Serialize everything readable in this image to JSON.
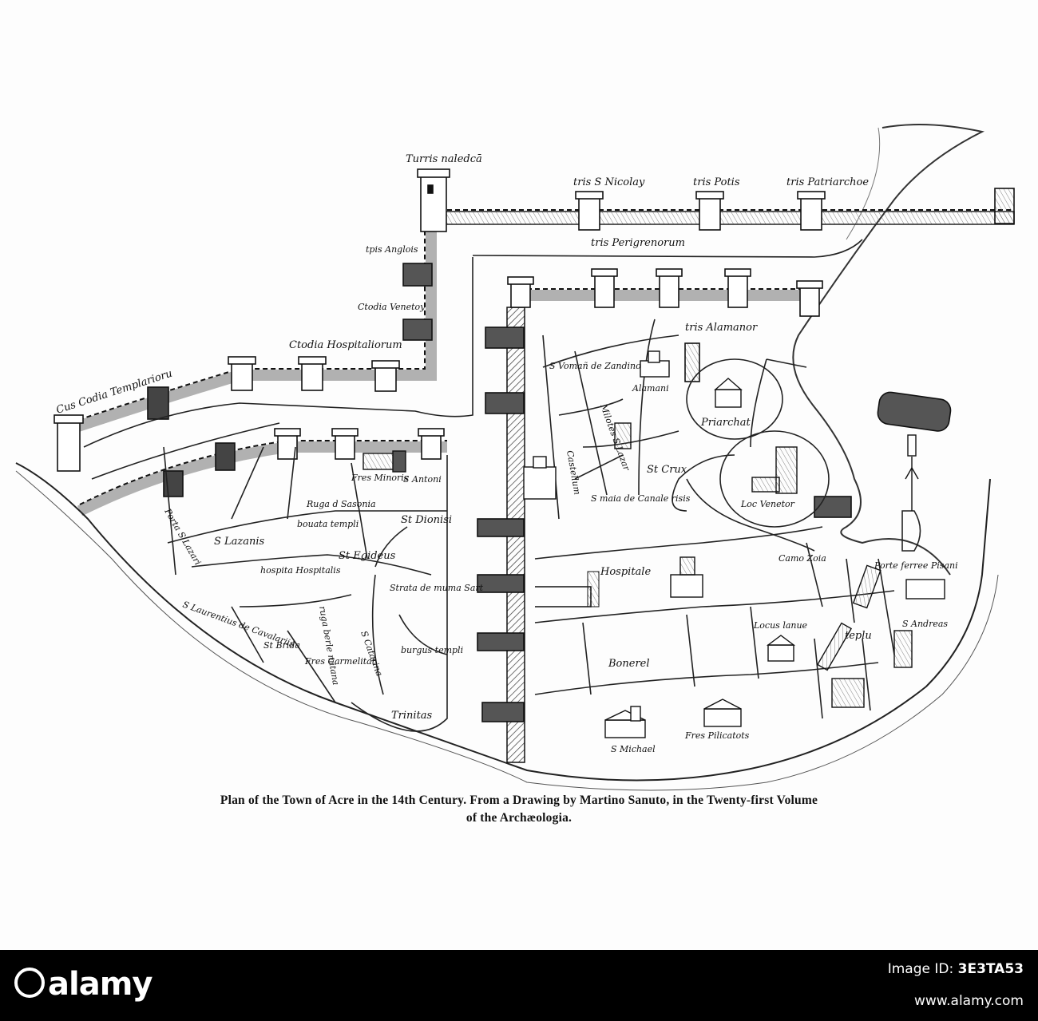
{
  "map": {
    "labels": {
      "turris_maledicta": "Turris naledcā",
      "tris_s_nicolay": "tris S Nicolay",
      "tris_potis": "tris Potis",
      "tris_patriarche": "tris Patriarchoe",
      "tris_anglois": "tpis Anglois",
      "cdia_venetoy": "Ctodia Venetoy",
      "tris_perigrenorum": "tris Perigrenorum",
      "cdia_hospitaliorum": "Ctodia Hospitaliorum",
      "cus_cdia_templarioru": "Cus Codia Templarioru",
      "tris_alamanor": "tris Alamanor",
      "s_romani": "S Vomañ de Zandino",
      "alamani": "Alamani",
      "milotes_s_lazar": "Milotes S Lazar",
      "priarchat": "Priarchat",
      "castellum": "Castellum",
      "st_crux": "St Crux",
      "loc_venetor": "Loc Venetor",
      "s_maria_de_canale": "S maia de Canale risis",
      "fres_minoris": "Fres Minoris",
      "s_antoni": "S Antoni",
      "ruga_d_sasonia": "Ruga d Sasonia",
      "st_dionisi": "St Dionisi",
      "porta_s_lazari": "Porta S Lazari",
      "s_lazarus": "S Lazanis",
      "bouata_templi": "bouata templi",
      "st_egideus": "St Egideus",
      "hospitalis": "hospita Hospitalis",
      "ruga_berlemitana": "ruga berle mitana",
      "strata_de_muma_sart": "Strata de muma Sart",
      "s_catarina": "S Catarina",
      "burgus_templi": "burgus templi",
      "hospitale": "Hospitale",
      "camo_zoia": "Camo Zoia",
      "porte_ferree_pisani": "Porte ferree Pisani",
      "s_laurentius": "S Laurentius de Cavalariis",
      "st_brida": "St Brida",
      "fres_carmelitat": "Fres Carmelitat",
      "locus_lanue": "Locus lanue",
      "teplu": "teplu",
      "s_andreas": "S Andreas",
      "bonerel": "Bonerel",
      "trinitas": "Trinitas",
      "s_michael": "S Michael",
      "fres_pilicatots": "Fres Pilicatots"
    }
  },
  "caption": {
    "line1": "Plan of the Town of Acre in the 14th Century.  From a Drawing by Martino Sanuto, in the Twenty-first Volume",
    "line2": "of the Archæologia."
  },
  "footer": {
    "logo": "alamy",
    "id_label": "Image ID: ",
    "id": "3E3TA53",
    "url": "www.alamy.com"
  }
}
